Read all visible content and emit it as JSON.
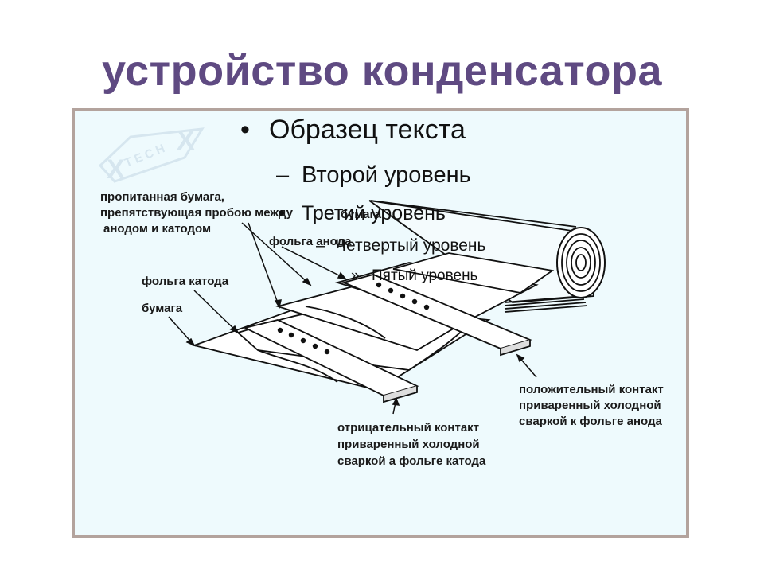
{
  "slide": {
    "title": "устройство конденсатора",
    "frame_bg": "#eefafd",
    "frame_border": "#b3a39d",
    "title_color": "#5f4a82"
  },
  "outline": {
    "level1": "Образец текста",
    "level2": "Второй уровень",
    "level3": "Третий уровень",
    "level4": "Четвертый уровень",
    "level5": "Пятый уровень",
    "markers": {
      "l1": "•",
      "l2": "–",
      "l3": "•",
      "l4": "–",
      "l5": "»"
    }
  },
  "diagram": {
    "watermark": "TECH",
    "labels": {
      "paper_impregnated_1": "пропитанная бумага,",
      "paper_impregnated_2": "препятствующая пробою между",
      "paper_impregnated_3": "анодом и катодом",
      "paper_top": "бумага",
      "anode_foil": "фольга анода",
      "cathode_foil": "фольга катода",
      "paper": "бумага",
      "positive_1": "положительный контакт",
      "positive_2": "приваренный холодной",
      "positive_3": "сваркой к фольге анода",
      "negative_1": "отрицательный контакт",
      "negative_2": "приваренный холодной",
      "negative_3": "сваркой а фольге катода"
    }
  }
}
